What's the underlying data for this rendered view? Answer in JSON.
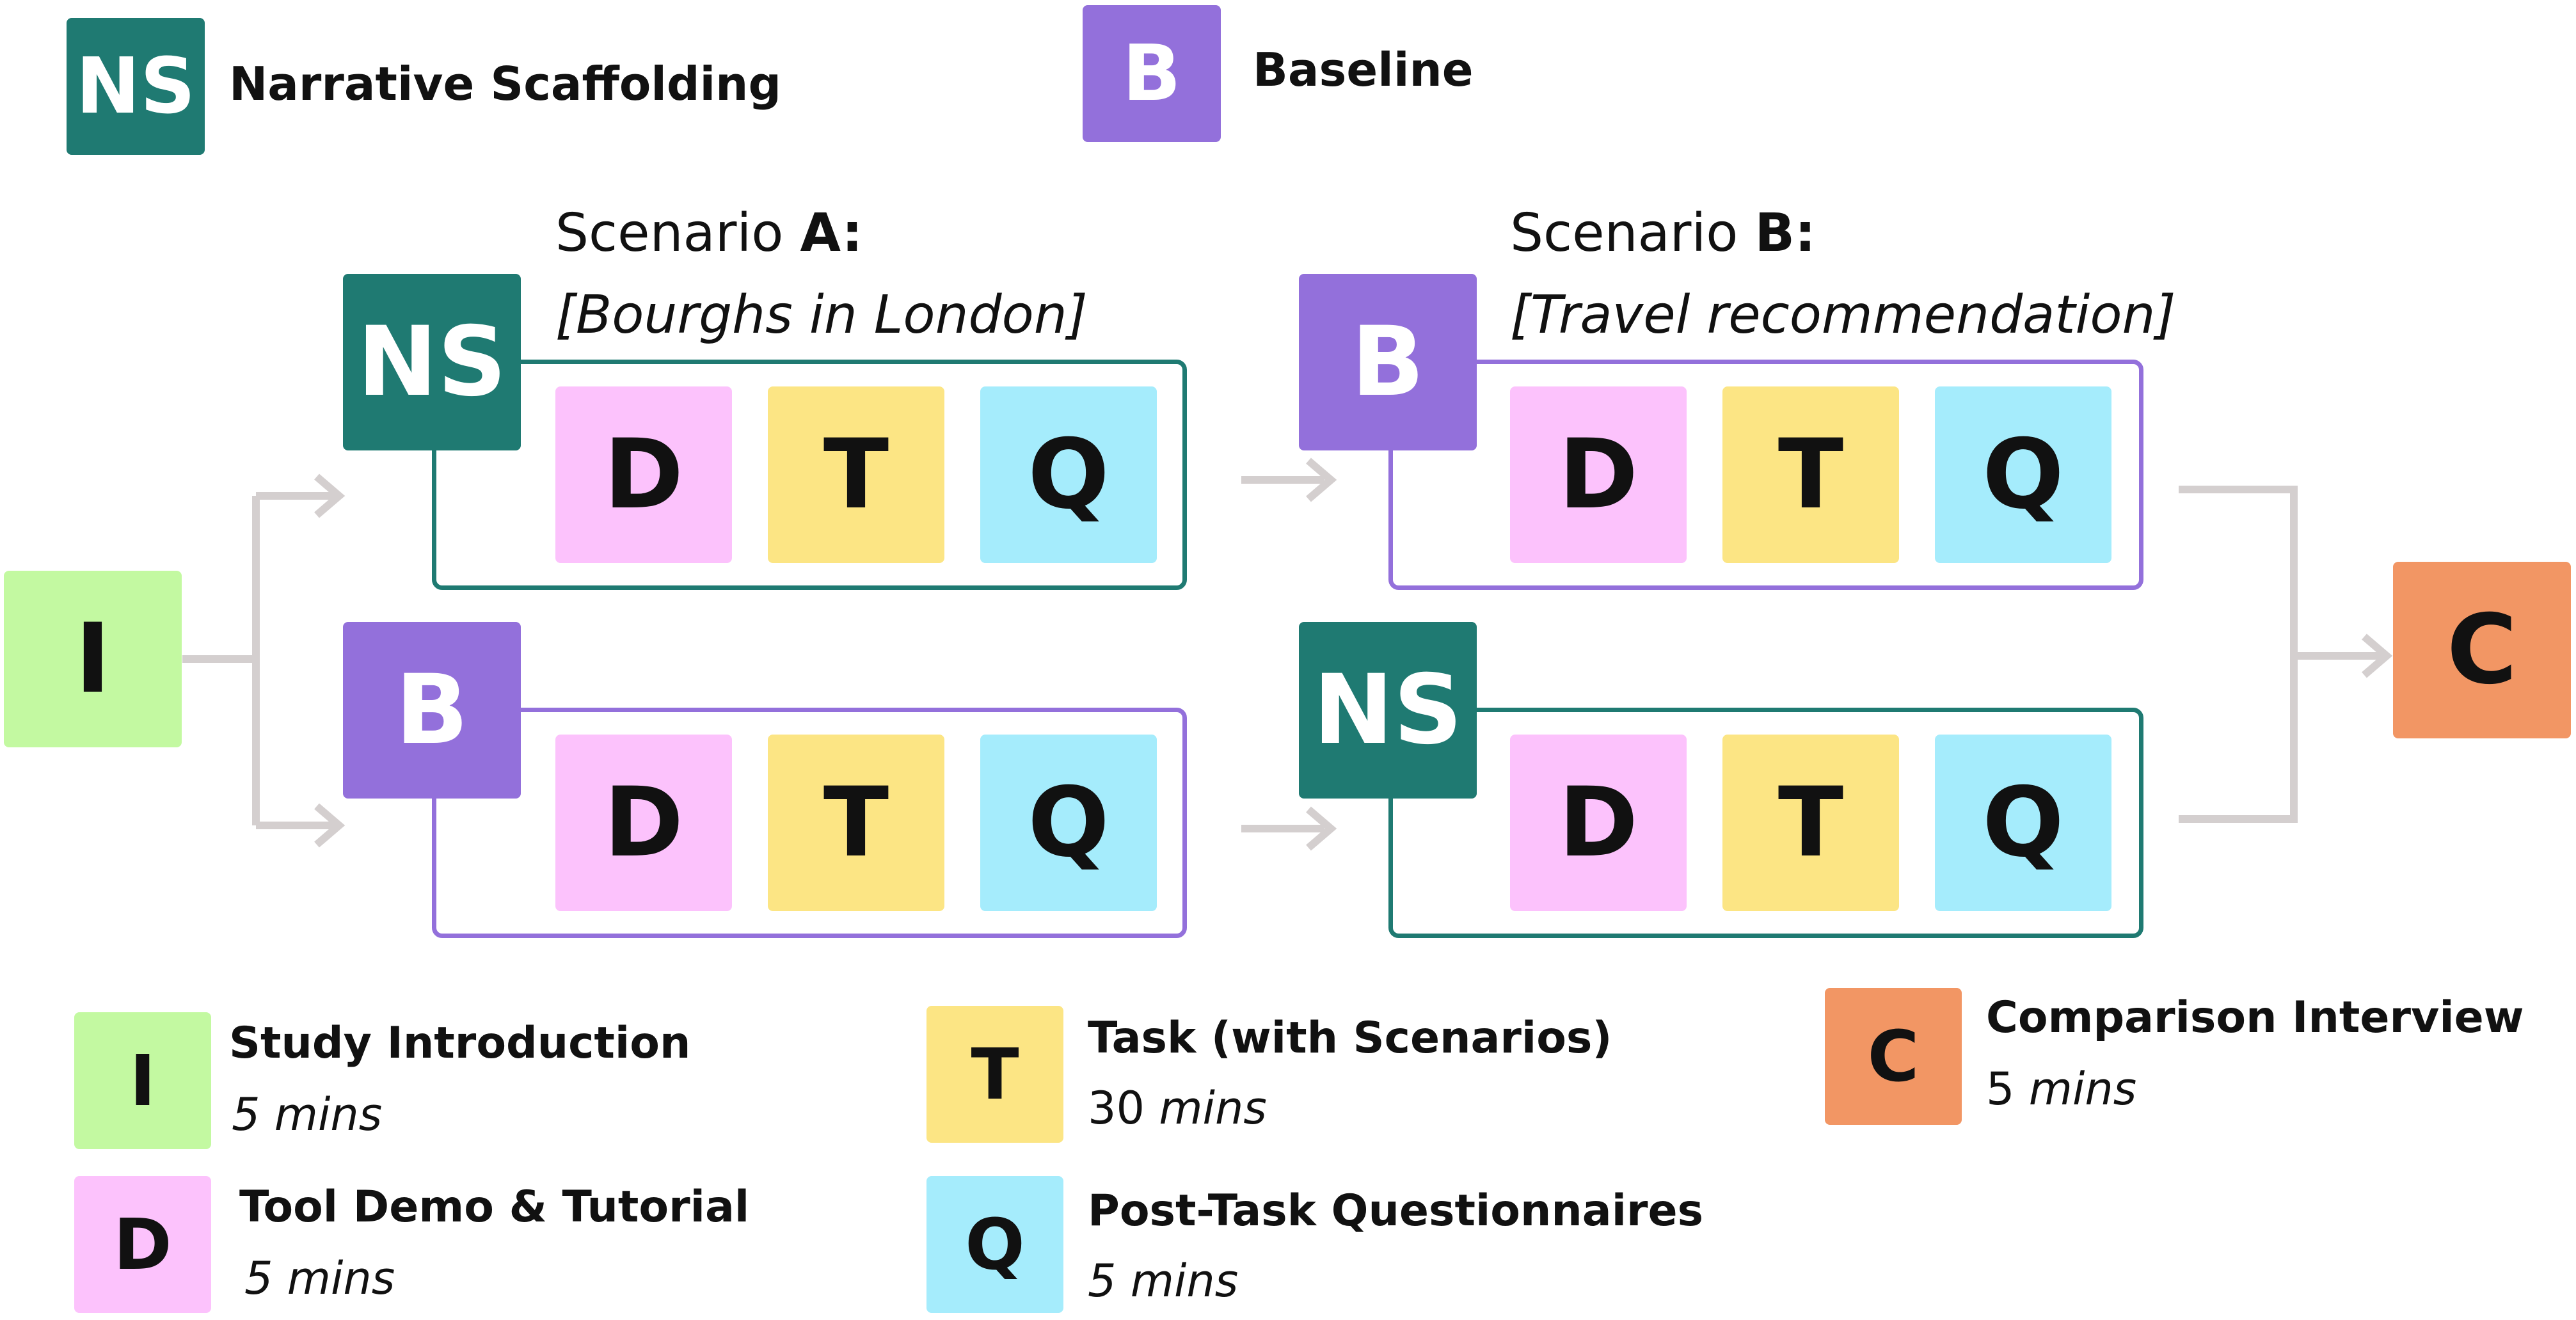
{
  "colors": {
    "ns": "#1f7a72",
    "b": "#9370db",
    "i": "#c3f9a1",
    "d": "#fcc2fc",
    "t": "#fce584",
    "q": "#a5ecfc",
    "c": "#f29664",
    "arrow": "#d4cfcf"
  },
  "top_legend": {
    "ns": {
      "letter": "NS",
      "label": "Narrative Scaffolding"
    },
    "b": {
      "letter": "B",
      "label": "Baseline"
    }
  },
  "scenario_a": {
    "prefix": "Scenario ",
    "letter": "A:",
    "desc": "[Bourghs in London]"
  },
  "scenario_b": {
    "prefix": "Scenario ",
    "letter": "B:",
    "desc": "[Travel recommendation]"
  },
  "flow": {
    "start": "I",
    "end": "C",
    "row1": {
      "block1": {
        "condition": "NS",
        "steps": [
          "D",
          "T",
          "Q"
        ]
      },
      "block2": {
        "condition": "B",
        "steps": [
          "D",
          "T",
          "Q"
        ]
      }
    },
    "row2": {
      "block1": {
        "condition": "B",
        "steps": [
          "D",
          "T",
          "Q"
        ]
      },
      "block2": {
        "condition": "NS",
        "steps": [
          "D",
          "T",
          "Q"
        ]
      }
    }
  },
  "legend": {
    "i": {
      "letter": "I",
      "name": "Study Introduction",
      "num": "",
      "unit": "5 mins"
    },
    "d": {
      "letter": "D",
      "name": "Tool Demo & Tutorial",
      "num": "",
      "unit": "5 mins"
    },
    "t": {
      "letter": "T",
      "name": "Task (with Scenarios)",
      "num": "30 ",
      "unit": "mins"
    },
    "q": {
      "letter": "Q",
      "name": "Post-Task Questionnaires",
      "num": "",
      "unit": "5 mins"
    },
    "c": {
      "letter": "C",
      "name": "Comparison Interview",
      "num": "5 ",
      "unit": "mins"
    }
  }
}
